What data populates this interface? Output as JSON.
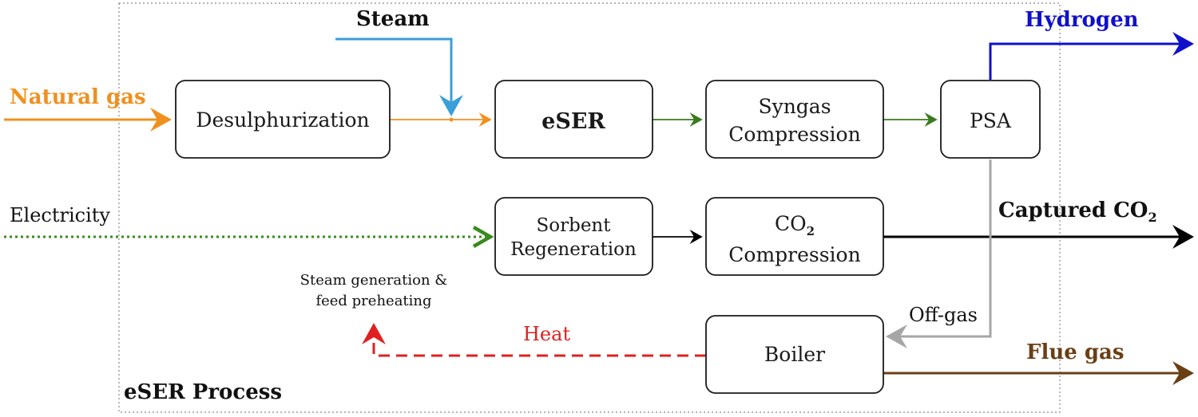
{
  "boundary_label": "eSER Process",
  "boxes": {
    "desulph": [
      "Desulphurization"
    ],
    "eser": [
      "eSER"
    ],
    "syngas": [
      "Syngas",
      "Compression"
    ],
    "psa": [
      "PSA"
    ],
    "sorbent": [
      "Sorbent",
      "Regeneration"
    ],
    "co2comp": [
      "CO",
      "Compression"
    ],
    "co2comp_sub": "2",
    "boiler": [
      "Boiler"
    ]
  },
  "streams": {
    "steam": "Steam",
    "natural_gas": "Natural gas",
    "hydrogen": "Hydrogen",
    "electricity": "Electricity",
    "captured_co2": "Captured CO",
    "captured_co2_sub": "2",
    "off_gas": "Off-gas",
    "heat": "Heat",
    "flue_gas": "Flue gas",
    "steam_gen_line1": "Steam generation &",
    "steam_gen_line2": "feed preheating"
  },
  "colors": {
    "natural_gas": "#f0901e",
    "steam": "#3a9fd8",
    "hydrogen": "#1010cc",
    "syngas_flow": "#3a7a1e",
    "electricity": "#3a8a1e",
    "co2": "#000000",
    "off_gas": "#a6a6a6",
    "heat": "#e02020",
    "flue_gas": "#6b3f14",
    "box_border": "#1a1a1a",
    "boundary": "#888888"
  }
}
